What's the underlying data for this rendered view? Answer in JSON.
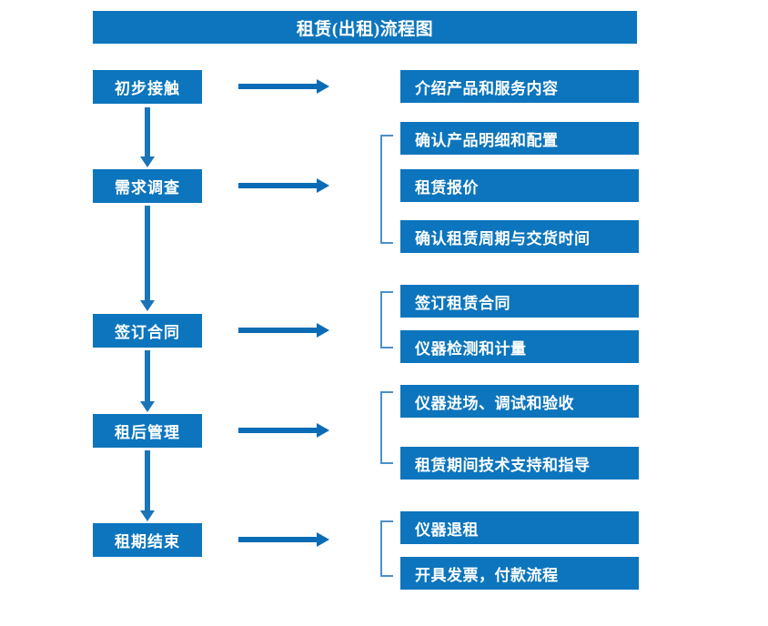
{
  "chart_data": {
    "type": "diagram",
    "title": "租赁(出租)流程图",
    "diagram_kind": "flowchart",
    "orientation": "vertical-with-side-details",
    "accent_color": "#0c75bd",
    "bracket_color": "#4a90c8",
    "arrow_color": "#0a6cb4",
    "stages": [
      {
        "label": "初步接触",
        "details": [
          "介绍产品和服务内容"
        ]
      },
      {
        "label": "需求调查",
        "details": [
          "确认产品明细和配置",
          "租赁报价",
          "确认租赁周期与交货时间"
        ]
      },
      {
        "label": "签订合同",
        "details": [
          "签订租赁合同",
          "仪器检测和计量"
        ]
      },
      {
        "label": "租后管理",
        "details": [
          "仪器进场、调试和验收",
          "租赁期间技术支持和指导"
        ]
      },
      {
        "label": "租期结束",
        "details": [
          "仪器退租",
          "开具发票，付款流程"
        ]
      }
    ]
  },
  "title": "租赁(出租)流程图",
  "stages": [
    {
      "label": "初步接触"
    },
    {
      "label": "需求调查"
    },
    {
      "label": "签订合同"
    },
    {
      "label": "租后管理"
    },
    {
      "label": "租期结束"
    }
  ],
  "details": [
    {
      "label": "介绍产品和服务内容"
    },
    {
      "label": "确认产品明细和配置"
    },
    {
      "label": "租赁报价"
    },
    {
      "label": "确认租赁周期与交货时间"
    },
    {
      "label": "签订租赁合同"
    },
    {
      "label": "仪器检测和计量"
    },
    {
      "label": "仪器进场、调试和验收"
    },
    {
      "label": "租赁期间技术支持和指导"
    },
    {
      "label": "仪器退租"
    },
    {
      "label": "开具发票，付款流程"
    }
  ]
}
